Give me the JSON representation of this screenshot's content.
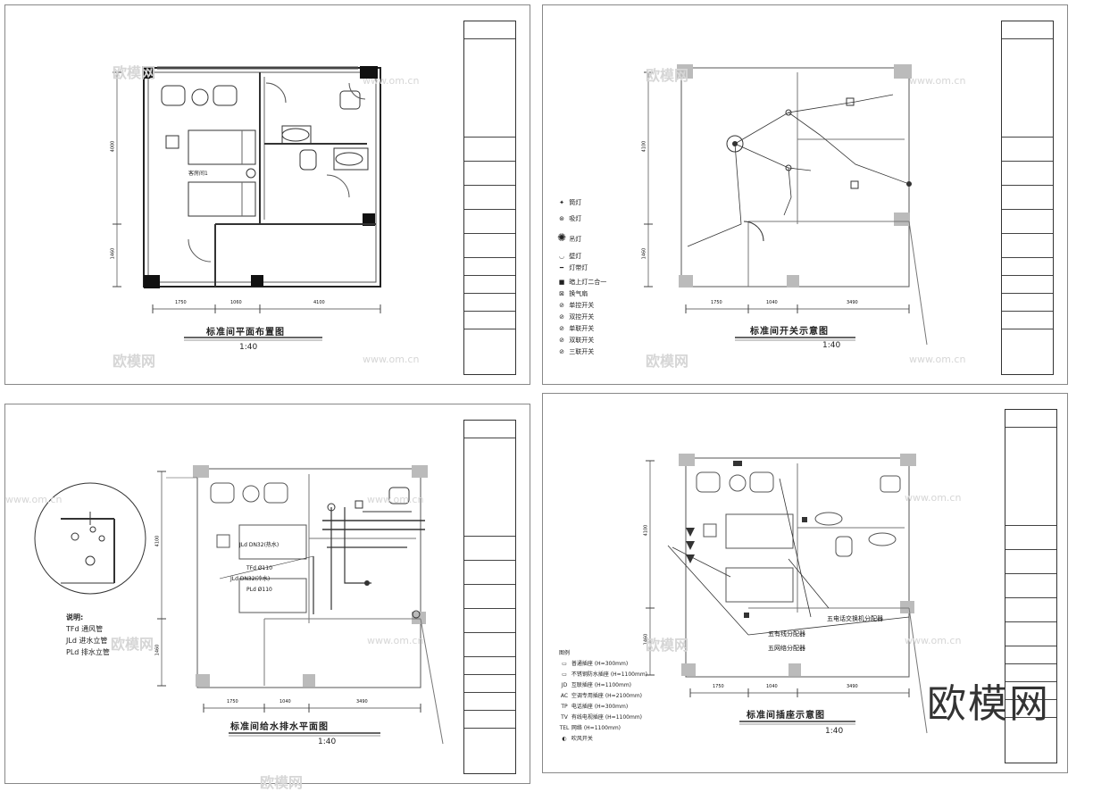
{
  "panels": [
    {
      "title": "标准间平面布置图",
      "scale": "1:40",
      "room_label": "客房间1",
      "dims_h": [
        "1750",
        "1060",
        "4100"
      ],
      "dims_v": [
        "4000",
        "1460"
      ]
    },
    {
      "title": "标准间开关示意图",
      "scale": "1:40",
      "dims_h": [
        "1750",
        "1040",
        "3490"
      ],
      "dims_v": [
        "4100",
        "1460"
      ],
      "legend": [
        {
          "icon": "downlight-icon",
          "glyph": "✦",
          "label": "筒灯"
        },
        {
          "icon": "ceiling-light-icon",
          "glyph": "⊛",
          "label": "吸灯"
        },
        {
          "icon": "chandelier-icon",
          "glyph": "✺",
          "label": "吊灯"
        },
        {
          "icon": "wall-lamp-icon",
          "glyph": "◡",
          "label": "壁灯"
        },
        {
          "icon": "strip-light-icon",
          "glyph": "━",
          "label": "灯带灯"
        },
        {
          "icon": "combo-switch-icon",
          "glyph": "■",
          "label": "暗上灯二合一"
        },
        {
          "icon": "exhaust-fan-icon",
          "glyph": "⊠",
          "label": "换气扇"
        },
        {
          "icon": "single-switch-icon",
          "glyph": "⊘",
          "label": "单控开关"
        },
        {
          "icon": "double-switch-icon",
          "glyph": "⊘",
          "label": "双控开关"
        },
        {
          "icon": "single-switch-2-icon",
          "glyph": "⊘",
          "label": "单联开关"
        },
        {
          "icon": "double-gang-icon",
          "glyph": "⊘",
          "label": "双联开关"
        },
        {
          "icon": "triple-gang-icon",
          "glyph": "⊘",
          "label": "三联开关"
        }
      ]
    },
    {
      "title": "标准间给水排水平面图",
      "scale": "1:40",
      "dims_h": [
        "1750",
        "1040",
        "3490"
      ],
      "dims_v": [
        "4100",
        "1460"
      ],
      "notes_title": "说明:",
      "notes": [
        "TFd  通风管",
        "JLd  进水立管",
        "PLd  排水立管"
      ],
      "pipe_labels": [
        "JLd DN32(热水)",
        "TFd Ø110",
        "JLd DN32(冷水)",
        "PLd Ø110"
      ]
    },
    {
      "title": "标准间插座示意图",
      "scale": "1:40",
      "dims_h": [
        "1750",
        "1040",
        "3490"
      ],
      "dims_v": [
        "4100",
        "1460"
      ],
      "callouts": [
        "五电话交换机分配器",
        "五有线分配器",
        "五网络分配器"
      ],
      "legend_title": "图例",
      "legend": [
        {
          "icon": "socket-icon",
          "glyph": "▭",
          "label": "普通插座  (H=300mm)"
        },
        {
          "icon": "waterproof-socket-icon",
          "glyph": "▭",
          "label": "不锈钢防水插座  (H=1100mm)"
        },
        {
          "icon": "jd-socket-icon",
          "glyph": "JD",
          "label": "互联插座  (H=1100mm)"
        },
        {
          "icon": "ac-socket-icon",
          "glyph": "AC",
          "label": "空调专用插座  (H=2100mm)"
        },
        {
          "icon": "tp-socket-icon",
          "glyph": "TP",
          "label": "电话插座  (H=300mm)"
        },
        {
          "icon": "tv-socket-icon",
          "glyph": "TV",
          "label": "有线电视插座  (H=1100mm)"
        },
        {
          "icon": "tel-socket-icon",
          "glyph": "TEL",
          "label": "网络  (H=1100mm)"
        },
        {
          "icon": "hair-dryer-icon",
          "glyph": "◐",
          "label": "吹风开关"
        }
      ]
    }
  ],
  "watermark_url": "www.om.cn",
  "watermark_brand": "欧模网",
  "brand_logo": "欧模网"
}
